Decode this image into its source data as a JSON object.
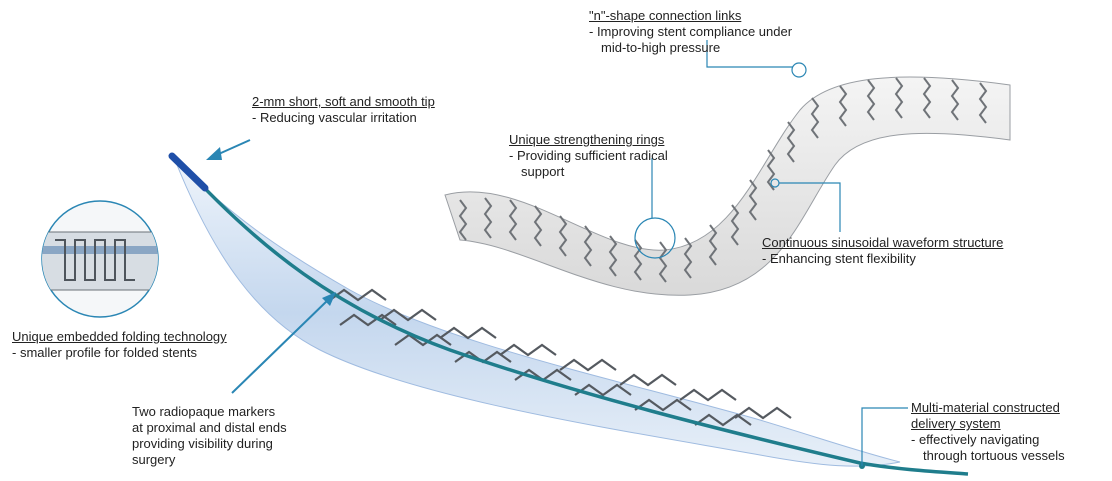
{
  "callouts": {
    "n_shape": {
      "title": "\"n\"-shape connection links",
      "line1": "- Improving stent compliance under",
      "line2": "mid-to-high pressure"
    },
    "tip": {
      "title": "2-mm short, soft and smooth tip",
      "line1": "- Reducing vascular irritation"
    },
    "rings": {
      "title": "Unique strengthening rings",
      "line1": "- Providing sufficient radical",
      "line2": "support"
    },
    "sinusoidal": {
      "title": "Continuous sinusoidal waveform structure",
      "line1": "- Enhancing stent flexibility"
    },
    "folding": {
      "title": "Unique embedded folding technology",
      "line1": "- smaller profile for folded stents"
    },
    "markers": {
      "lines": [
        "Two radiopaque markers",
        "at proximal and distal ends",
        "providing visibility during",
        "surgery"
      ]
    },
    "delivery": {
      "title1": "Multi-material constructed",
      "title2": "delivery system",
      "line1": "- effectively navigating",
      "line2": "through tortuous vessels"
    }
  },
  "colors": {
    "leader": "#2a86b4",
    "catheter": "#1f7d8c",
    "tip": "#1f4fa8",
    "balloon": "#c9dcef",
    "strut": "#6f7378"
  }
}
